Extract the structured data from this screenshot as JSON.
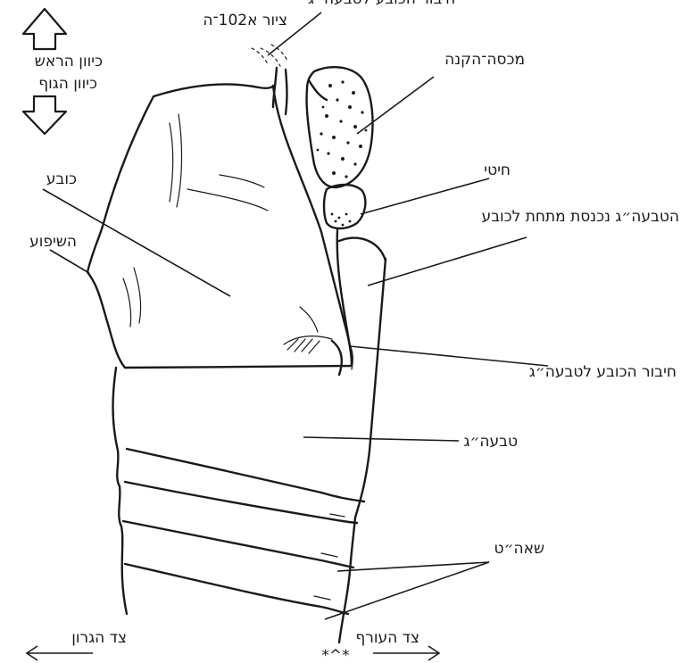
{
  "figure": {
    "caption": "ציור א102־ה",
    "top_cut_label": "חיבור הכובע לטבעה״ג"
  },
  "orientation": {
    "up": "כיוון הראש",
    "down": "כיוון הגוף"
  },
  "sides": {
    "left": "צד הגרון",
    "right": "צד העורף"
  },
  "labels": {
    "cap": "כובע",
    "slope": "השיפוע",
    "cap_cover": "מכסה־הקנה",
    "notch": "חיטי",
    "ring_under_cap": "הטבעה״ג נכנסת מתחת לכובע",
    "cap_ring_join": "חיבור הכובע לטבעה״ג",
    "ring": "טבעה״ג",
    "segments": "שאה״ט"
  },
  "bottom_mark": "*^*"
}
